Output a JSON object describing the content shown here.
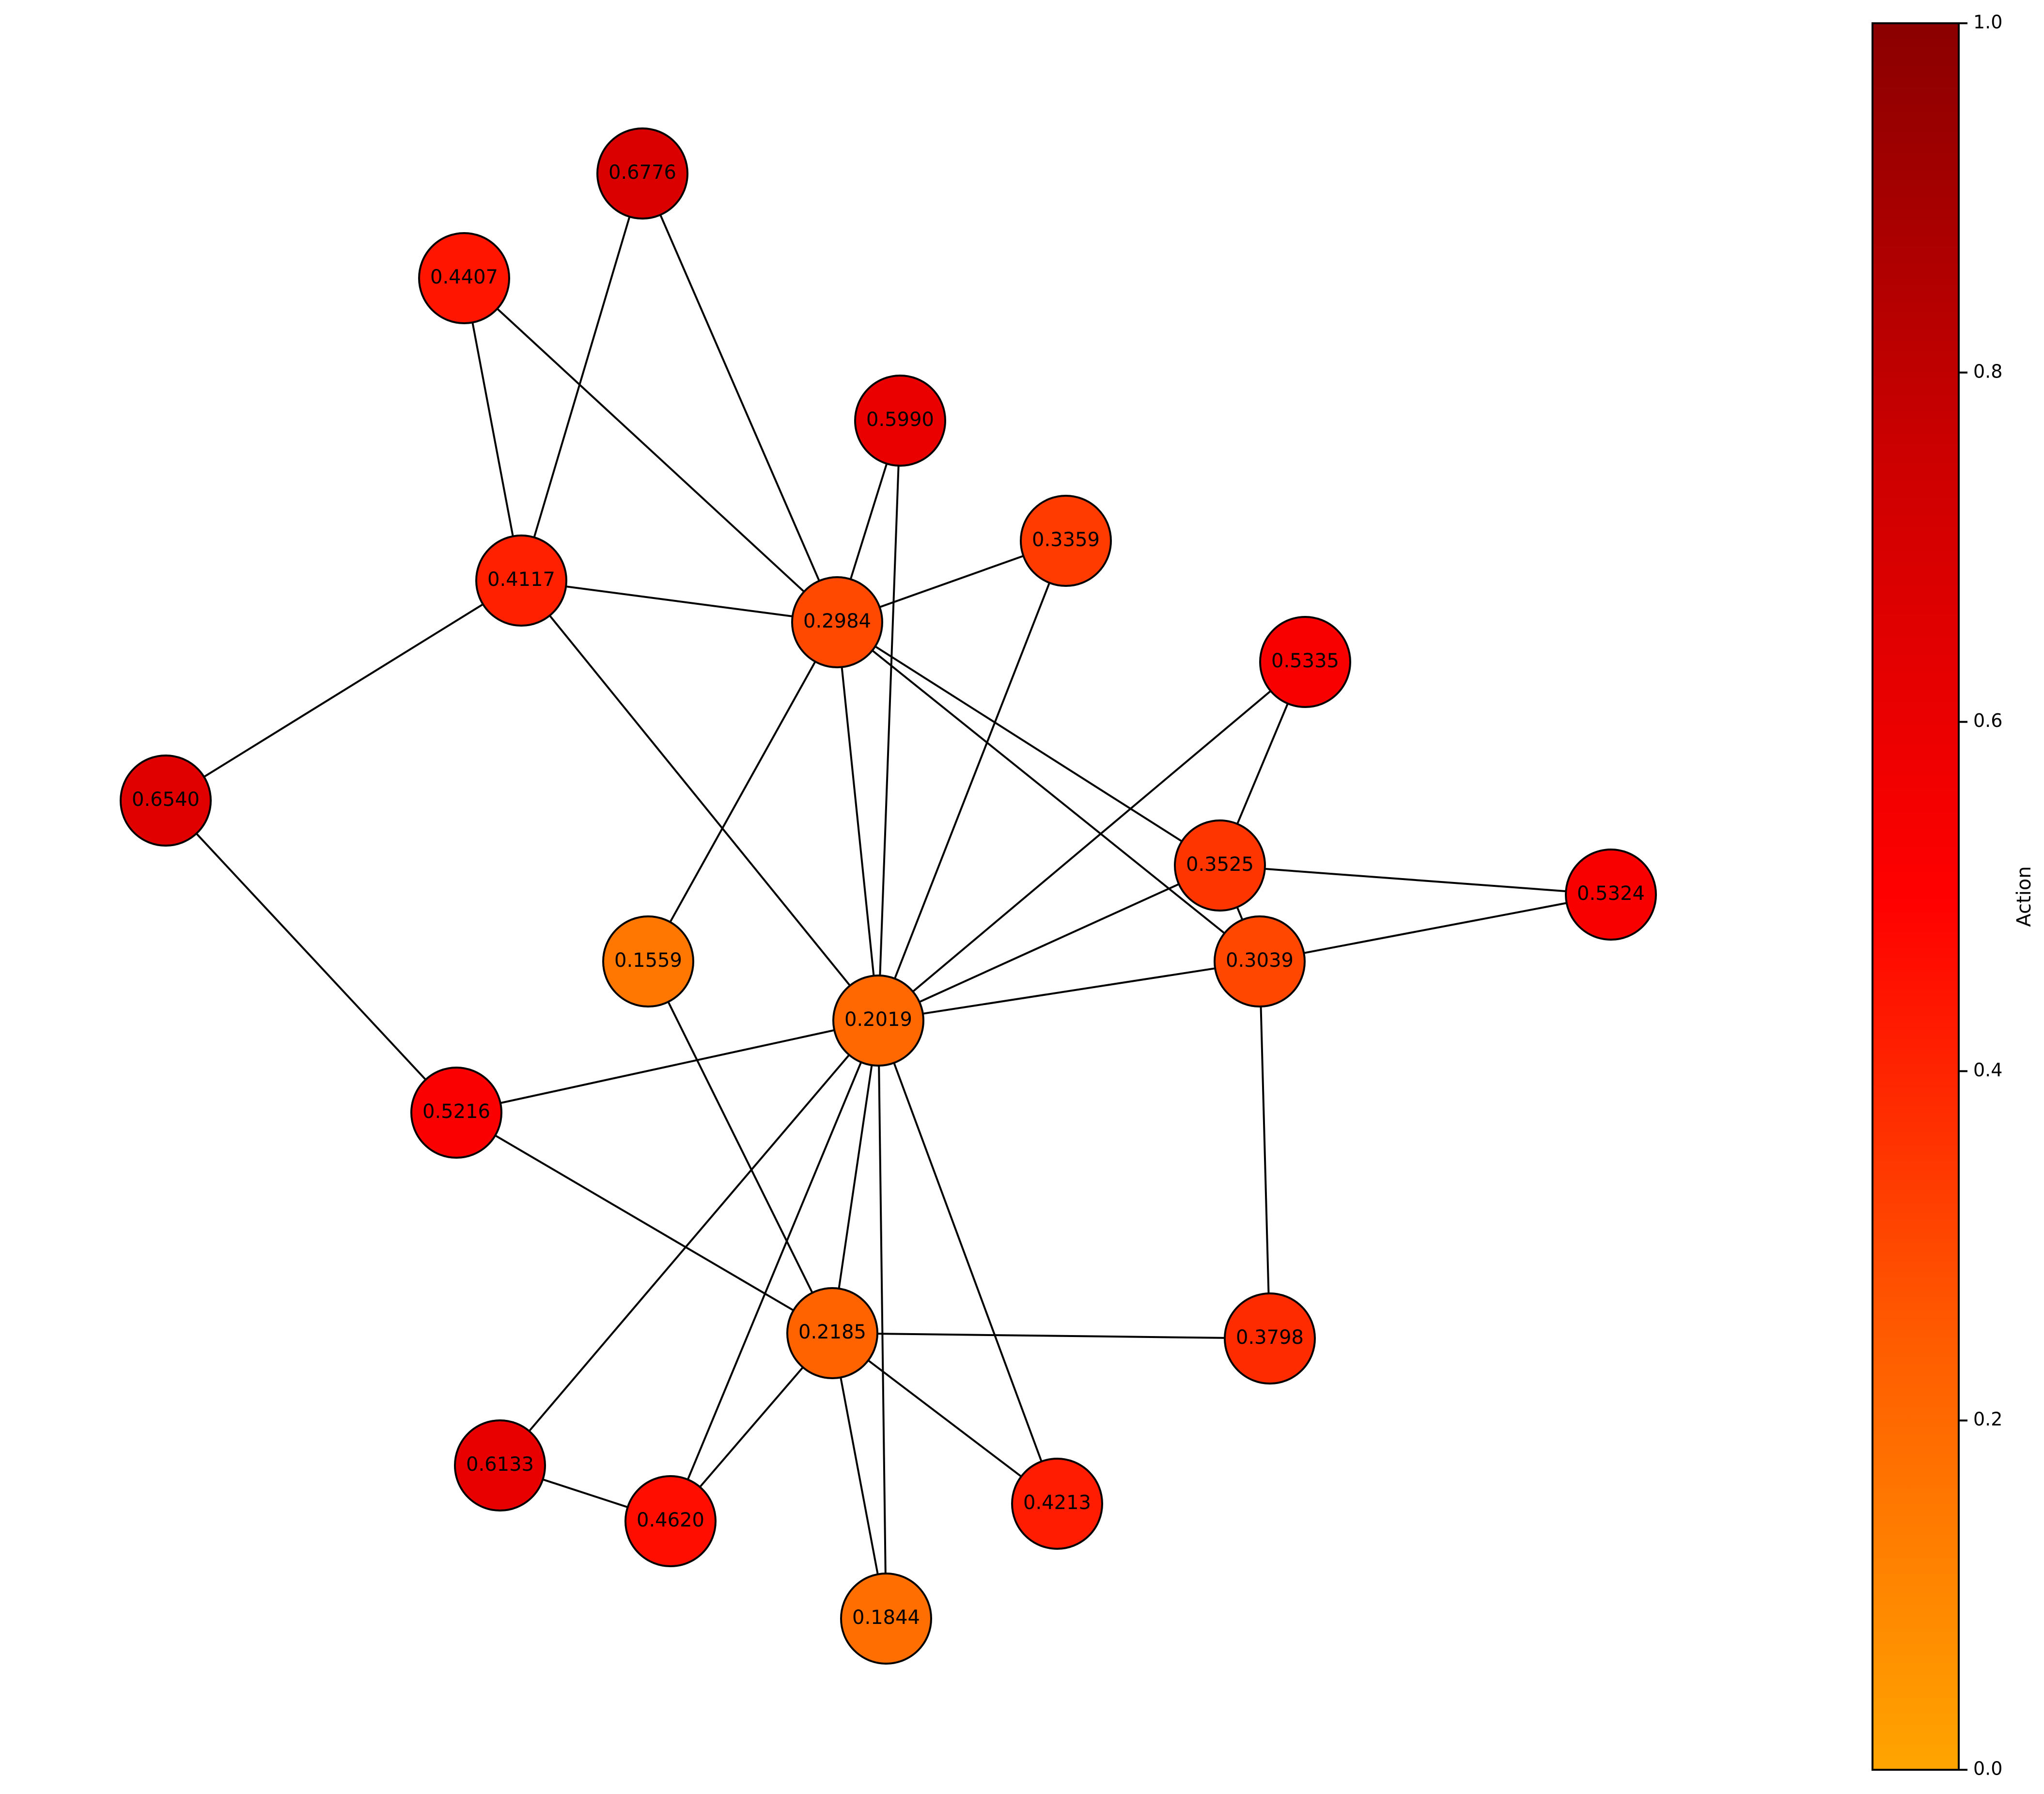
{
  "colorbar": {
    "label": "Action",
    "min": 0.0,
    "max": 1.0,
    "ticks": [
      "0.0",
      "0.2",
      "0.4",
      "0.6",
      "0.8",
      "1.0"
    ],
    "colormap_stops": [
      "#ffa500",
      "#ff5a00",
      "#ff0000",
      "#cd0000",
      "#8b0000"
    ]
  },
  "graph": {
    "nodes": [
      {
        "id": "n0",
        "label": "0.6776",
        "value": 0.6776
      },
      {
        "id": "n1",
        "label": "0.4407",
        "value": 0.4407
      },
      {
        "id": "n2",
        "label": "0.5990",
        "value": 0.599
      },
      {
        "id": "n3",
        "label": "0.3359",
        "value": 0.3359
      },
      {
        "id": "n4",
        "label": "0.4117",
        "value": 0.4117
      },
      {
        "id": "n5",
        "label": "0.2984",
        "value": 0.2984
      },
      {
        "id": "n6",
        "label": "0.5335",
        "value": 0.5335
      },
      {
        "id": "n7",
        "label": "0.6540",
        "value": 0.654
      },
      {
        "id": "n8",
        "label": "0.3525",
        "value": 0.3525
      },
      {
        "id": "n9",
        "label": "0.5324",
        "value": 0.5324
      },
      {
        "id": "n10",
        "label": "0.1559",
        "value": 0.1559
      },
      {
        "id": "n11",
        "label": "0.3039",
        "value": 0.3039
      },
      {
        "id": "n12",
        "label": "0.2019",
        "value": 0.2019
      },
      {
        "id": "n13",
        "label": "0.5216",
        "value": 0.5216
      },
      {
        "id": "n14",
        "label": "0.2185",
        "value": 0.2185
      },
      {
        "id": "n15",
        "label": "0.3798",
        "value": 0.3798
      },
      {
        "id": "n16",
        "label": "0.6133",
        "value": 0.6133
      },
      {
        "id": "n17",
        "label": "0.4620",
        "value": 0.462
      },
      {
        "id": "n18",
        "label": "0.4213",
        "value": 0.4213
      },
      {
        "id": "n19",
        "label": "0.1844",
        "value": 0.1844
      }
    ],
    "edges": [
      [
        "n0",
        "n4"
      ],
      [
        "n0",
        "n5"
      ],
      [
        "n1",
        "n4"
      ],
      [
        "n1",
        "n5"
      ],
      [
        "n2",
        "n5"
      ],
      [
        "n2",
        "n12"
      ],
      [
        "n3",
        "n5"
      ],
      [
        "n3",
        "n12"
      ],
      [
        "n4",
        "n5"
      ],
      [
        "n4",
        "n7"
      ],
      [
        "n4",
        "n12"
      ],
      [
        "n5",
        "n10"
      ],
      [
        "n5",
        "n12"
      ],
      [
        "n5",
        "n8"
      ],
      [
        "n5",
        "n11"
      ],
      [
        "n6",
        "n8"
      ],
      [
        "n6",
        "n12"
      ],
      [
        "n7",
        "n13"
      ],
      [
        "n8",
        "n9"
      ],
      [
        "n8",
        "n11"
      ],
      [
        "n8",
        "n12"
      ],
      [
        "n9",
        "n11"
      ],
      [
        "n10",
        "n14"
      ],
      [
        "n11",
        "n12"
      ],
      [
        "n11",
        "n15"
      ],
      [
        "n12",
        "n13"
      ],
      [
        "n12",
        "n14"
      ],
      [
        "n12",
        "n16"
      ],
      [
        "n12",
        "n17"
      ],
      [
        "n12",
        "n18"
      ],
      [
        "n12",
        "n19"
      ],
      [
        "n13",
        "n14"
      ],
      [
        "n14",
        "n15"
      ],
      [
        "n14",
        "n17"
      ],
      [
        "n14",
        "n18"
      ],
      [
        "n14",
        "n19"
      ],
      [
        "n16",
        "n17"
      ]
    ]
  }
}
